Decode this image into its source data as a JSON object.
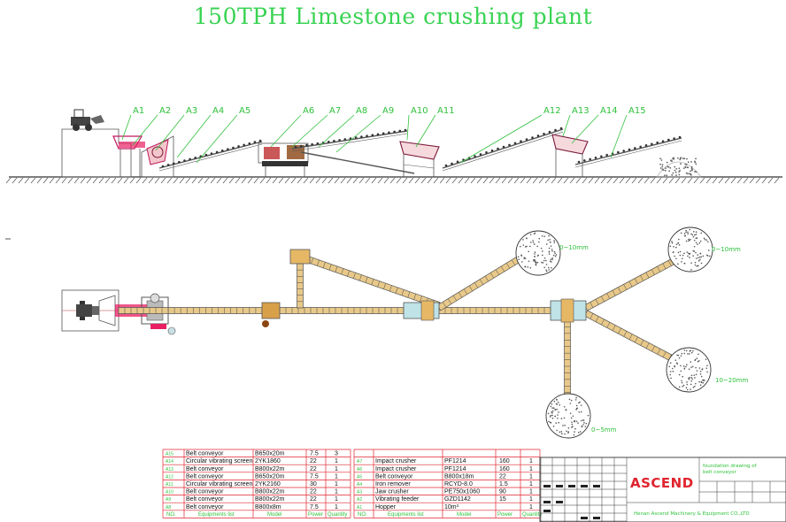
{
  "title": "150TPH Limestone crushing plant",
  "labels": [
    "A1",
    "A2",
    "A3",
    "A4",
    "A5",
    "A6",
    "A7",
    "A8",
    "A9",
    "A10",
    "A11",
    "A12",
    "A13",
    "A14",
    "A15"
  ],
  "stockpiles": [
    "0~10mm",
    "0~10mm",
    "10~20mm",
    "0~5mm"
  ],
  "table_left": [
    {
      "code": "A15",
      "name": "Belt conveyor",
      "model": "B650x20m",
      "power": "7.5",
      "qty": "3"
    },
    {
      "code": "A14",
      "name": "Circular vibrating screen",
      "model": "2YK1860",
      "power": "22",
      "qty": "1"
    },
    {
      "code": "A13",
      "name": "Belt conveyor",
      "model": "B800x22m",
      "power": "22",
      "qty": "1"
    },
    {
      "code": "A12",
      "name": "Belt conveyor",
      "model": "B650x20m",
      "power": "7.5",
      "qty": "1"
    },
    {
      "code": "A11",
      "name": "Circular vibrating screen",
      "model": "2YK2160",
      "power": "30",
      "qty": "1"
    },
    {
      "code": "A10",
      "name": "Belt conveyor",
      "model": "B800x22m",
      "power": "22",
      "qty": "1"
    },
    {
      "code": "A9",
      "name": "Belt conveyor",
      "model": "B800x22m",
      "power": "22",
      "qty": "1"
    },
    {
      "code": "A8",
      "name": "Belt conveyor",
      "model": "B800x8m",
      "power": "7.5",
      "qty": "1"
    }
  ],
  "table_right": [
    {
      "code": "A7",
      "name": "Impact crusher",
      "model": "PF1214",
      "power": "160",
      "qty": "1"
    },
    {
      "code": "A6",
      "name": "Impact crusher",
      "model": "PF1214",
      "power": "160",
      "qty": "1"
    },
    {
      "code": "A5",
      "name": "Belt conveyor",
      "model": "B800x18m",
      "power": "22",
      "qty": "1"
    },
    {
      "code": "A4",
      "name": "Iron remover",
      "model": "RCYD-8.0",
      "power": "1.5",
      "qty": "1"
    },
    {
      "code": "A3",
      "name": "Jaw crusher",
      "model": "PE750x1060",
      "power": "90",
      "qty": "1"
    },
    {
      "code": "A2",
      "name": "Vibrating feeder",
      "model": "GZD1142",
      "power": "15",
      "qty": "1"
    },
    {
      "code": "A1",
      "name": "Hopper",
      "model": "10m³",
      "power": "",
      "qty": "1"
    }
  ],
  "table_footer": {
    "code": "NO.",
    "name": "Equipments list",
    "model": "Model",
    "power": "Power",
    "qty": "Quantity"
  },
  "title_block": {
    "brand": "ASCEND",
    "drawing_note_1": "foundation drawing of",
    "drawing_note_2": "belt conveyor",
    "company": "Henan Ascend Machinery & Equipment CO.,LTD"
  },
  "colors": {
    "accent_green": "#39d353",
    "table_red": "#e0242f",
    "conveyor_fill": "#e8c98a"
  }
}
